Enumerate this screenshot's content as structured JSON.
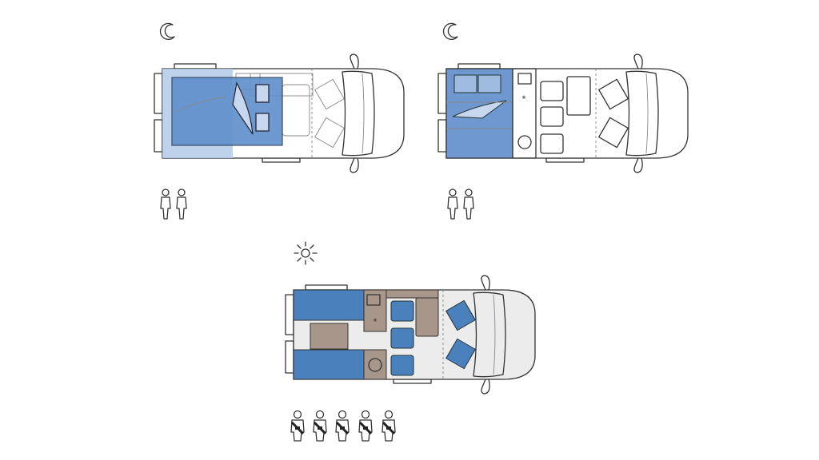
{
  "colors": {
    "bed_dark": "#5f8fcb",
    "bed_light": "#b3cbe8",
    "bed_medium": "#6e98cf",
    "seat_blue": "#4a80bb",
    "furniture_brown": "#a8968a",
    "floor_grey": "#ececec",
    "outline": "#333333"
  },
  "layouts": [
    {
      "mode": "night",
      "icon": "moon-icon",
      "occupancy_icon": "standing-person-icon",
      "occupancy_count": 2
    },
    {
      "mode": "night",
      "icon": "moon-icon",
      "occupancy_icon": "standing-person-icon",
      "occupancy_count": 2
    },
    {
      "mode": "day",
      "icon": "sun-icon",
      "occupancy_icon": "seated-belted-person-icon",
      "occupancy_count": 5
    }
  ]
}
